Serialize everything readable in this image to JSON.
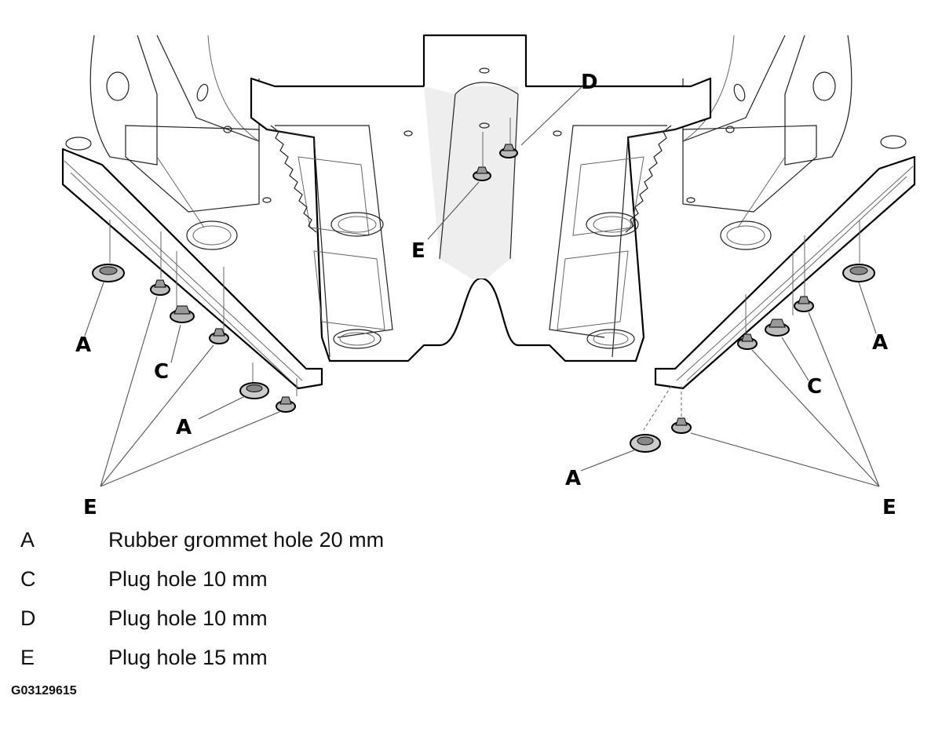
{
  "callouts": {
    "A": "A",
    "C": "C",
    "D": "D",
    "E": "E"
  },
  "legend": [
    {
      "key": "A",
      "description": "Rubber grommet hole 20 mm"
    },
    {
      "key": "C",
      "description": "Plug hole 10 mm"
    },
    {
      "key": "D",
      "description": "Plug hole 10 mm"
    },
    {
      "key": "E",
      "description": "Plug hole 15 mm"
    }
  ],
  "figure_code": "G03129615"
}
